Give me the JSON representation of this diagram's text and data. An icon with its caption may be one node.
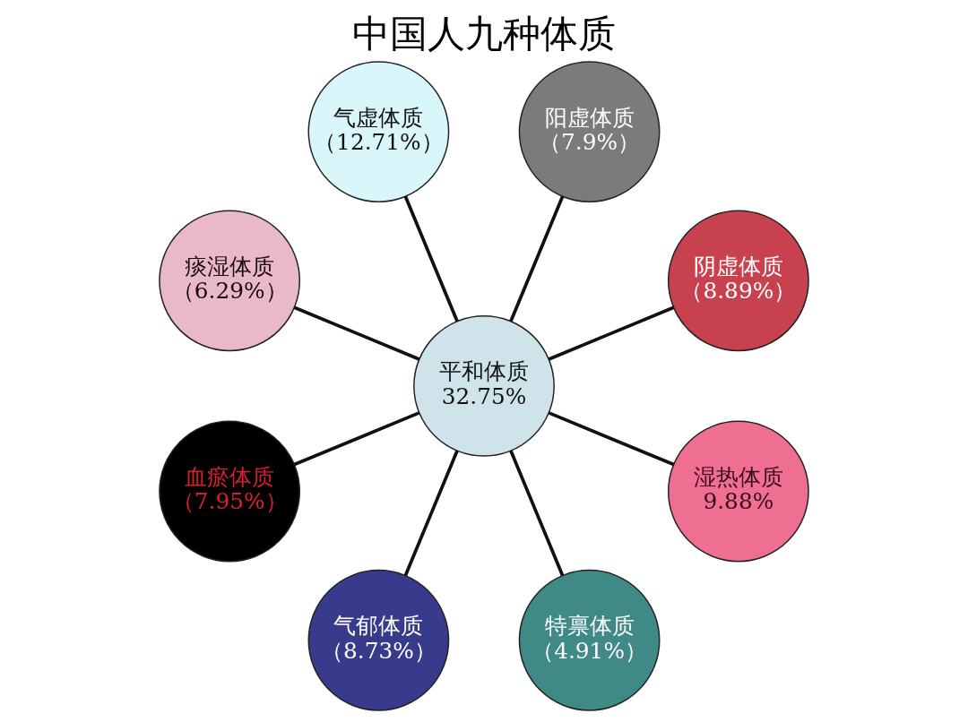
{
  "diagram": {
    "title": "中国人九种体质",
    "nodes": [
      {
        "text": [
          "平和体质",
          "32.75%"
        ]
      },
      {
        "text": [
          "阳虚体质",
          "（7.9%）"
        ]
      },
      {
        "text": [
          "阴虚体质",
          "（8.89%）"
        ]
      },
      {
        "text": [
          "湿热体质",
          "9.88%"
        ]
      },
      {
        "text": [
          "特禀体质",
          "（4.91%）"
        ]
      },
      {
        "text": [
          "气郁体质",
          "（8.73%）"
        ]
      },
      {
        "text": [
          "血瘀体质",
          "（7.95%）"
        ]
      },
      {
        "text": [
          "痰湿体质",
          "（6.29%）"
        ]
      },
      {
        "text": [
          "气虚体质",
          "（12.71%）"
        ]
      }
    ],
    "edges": [
      {
        "from": 0,
        "to": 1,
        "arrow": "none"
      },
      {
        "from": 0,
        "to": 2,
        "arrow": "none"
      },
      {
        "from": 0,
        "to": 3,
        "arrow": "none"
      },
      {
        "from": 0,
        "to": 4,
        "arrow": "none"
      },
      {
        "from": 0,
        "to": 5,
        "arrow": "none"
      },
      {
        "from": 0,
        "to": 6,
        "arrow": "none"
      },
      {
        "from": 0,
        "to": 7,
        "arrow": "none"
      },
      {
        "from": 0,
        "to": 8,
        "arrow": "none"
      }
    ]
  }
}
